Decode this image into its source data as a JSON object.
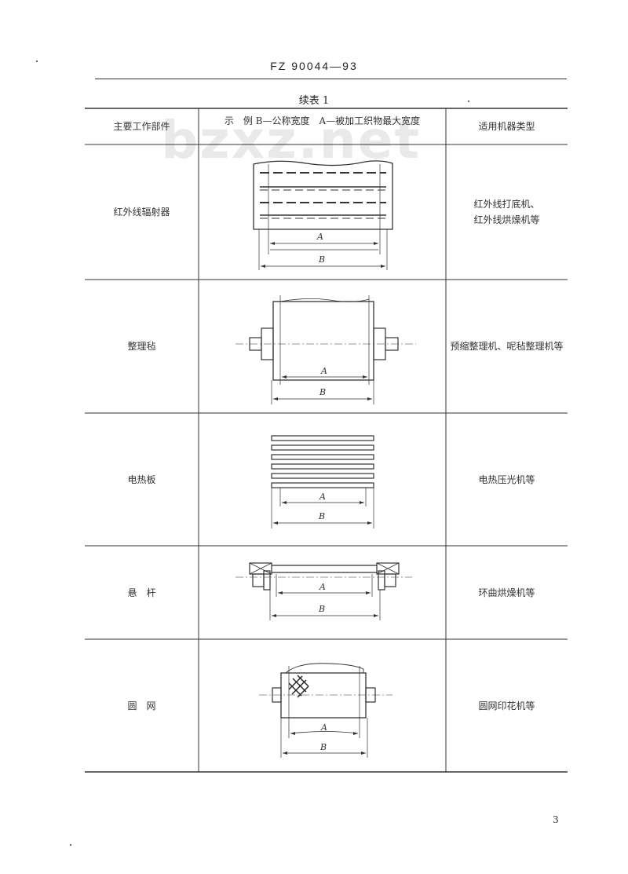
{
  "header": {
    "standard_code": "FZ 90044—93",
    "table_caption": "续表 1"
  },
  "watermark": "bzxz.net",
  "page_number": "3",
  "table": {
    "columns": {
      "component": "主要工作部件",
      "example_title": "示　例",
      "example_legend": "B—公称宽度　A—被加工织物最大宽度",
      "machine_type": "适用机器类型"
    },
    "rows": [
      {
        "component": "红外线辐射器",
        "machines": [
          "红外线打底机、",
          "红外线烘燥机等"
        ],
        "dim_a": "A",
        "dim_b": "B"
      },
      {
        "component": "整理毡",
        "machines": [
          "预缩整理机、呢毡整理机等"
        ],
        "dim_a": "A",
        "dim_b": "B"
      },
      {
        "component": "电热板",
        "machines": [
          "电热压光机等"
        ],
        "dim_a": "A",
        "dim_b": "B"
      },
      {
        "component": "悬　杆",
        "machines": [
          "环曲烘燥机等"
        ],
        "dim_a": "A",
        "dim_b": "B"
      },
      {
        "component": "圆　网",
        "machines": [
          "圆网印花机等"
        ],
        "dim_a": "A",
        "dim_b": "B"
      }
    ]
  }
}
